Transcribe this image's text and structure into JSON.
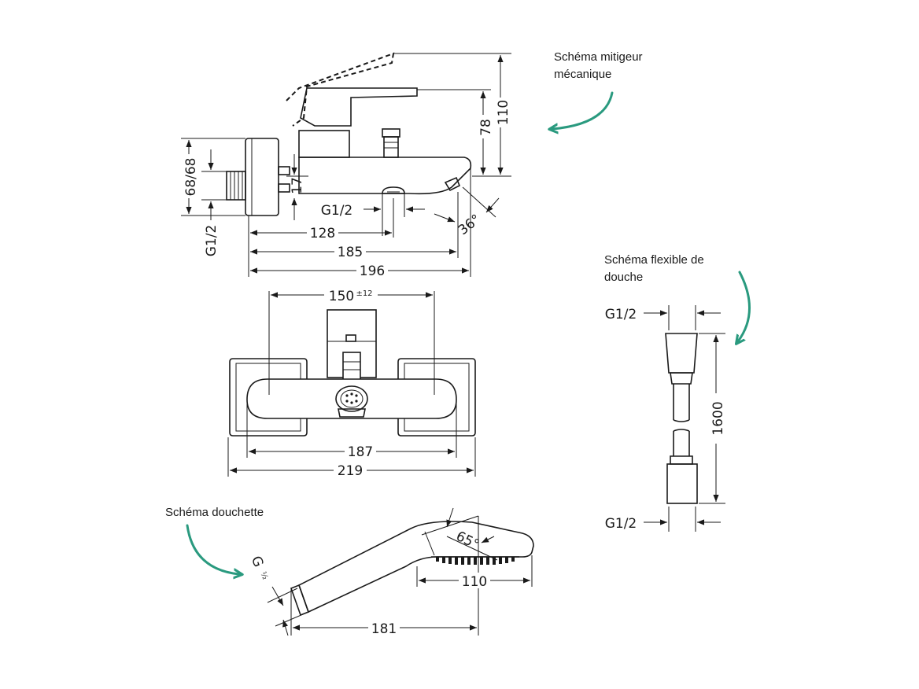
{
  "captions": {
    "mixer": "Schéma mitigeur\nmécanique",
    "hose": "Schéma flexible de\ndouche",
    "handshower": "Schéma douchette"
  },
  "mixer_side": {
    "d_110": "110",
    "d_78": "78",
    "d_17": "17",
    "d_68_68": "68/68",
    "d_g12_left": "G1/2",
    "d_g12_spout": "G1/2",
    "d_128": "128",
    "d_185": "185",
    "d_196": "196",
    "d_36deg": "36°"
  },
  "mixer_top": {
    "d_150": "150",
    "d_150_tol": "±12",
    "d_187": "187",
    "d_219": "219"
  },
  "hose": {
    "d_g12_top": "G1/2",
    "d_1600": "1600",
    "d_g12_bottom": "G1/2"
  },
  "handshower": {
    "d_g": "G",
    "d_half": "½",
    "d_65deg": "65°",
    "d_110": "110",
    "d_181": "181"
  },
  "colors": {
    "line": "#1a1a1a",
    "accent_arrow": "#2a9a7f"
  }
}
